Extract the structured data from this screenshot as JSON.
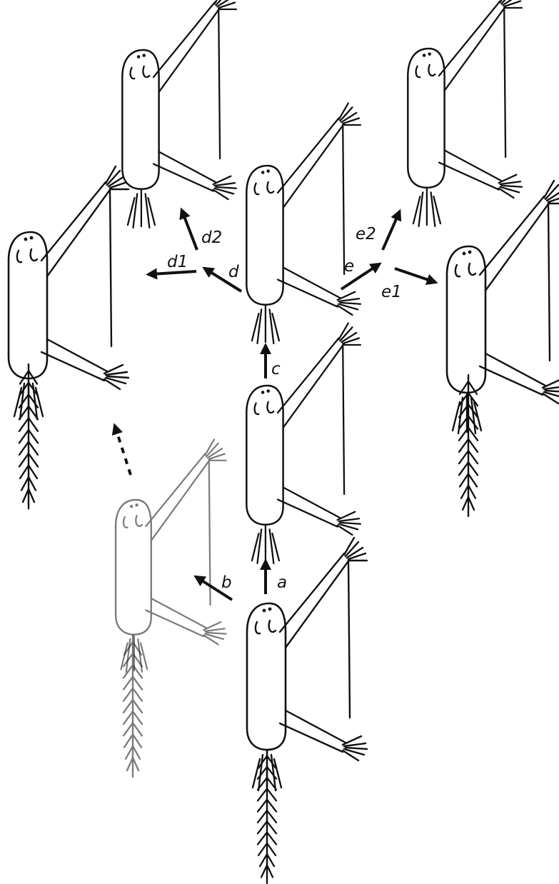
{
  "labels": {
    "a": "a",
    "b": "b",
    "c": "c",
    "d": "d",
    "d1": "d1",
    "d2": "d2",
    "e": "e",
    "e1": "e1",
    "e2": "e2"
  },
  "colors": {
    "ink": "#111111",
    "background": "#ffffff"
  }
}
